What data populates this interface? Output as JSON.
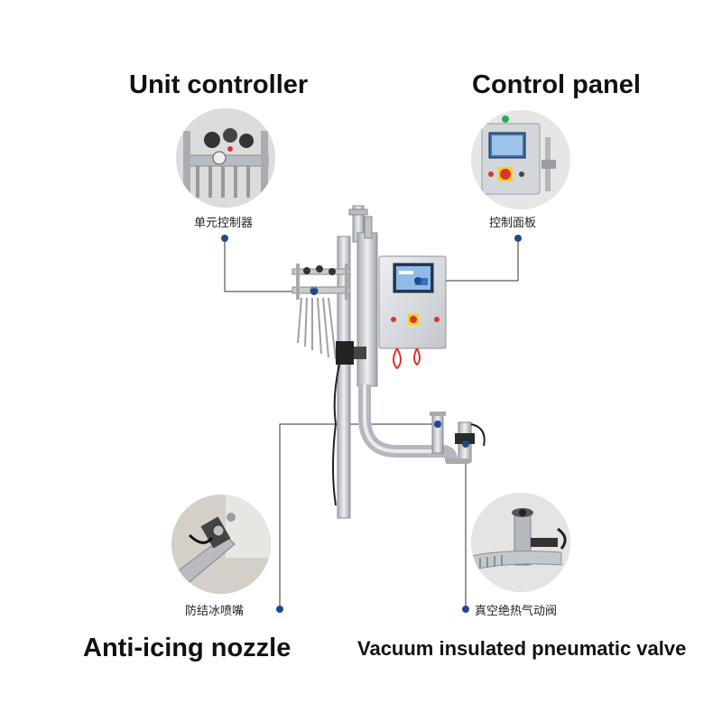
{
  "callouts": {
    "unit_controller": {
      "en": "Unit controller",
      "cn": "单元控制器"
    },
    "control_panel": {
      "en": "Control panel",
      "cn": "控制面板"
    },
    "anti_icing": {
      "en": "Anti-icing nozzle",
      "cn": "防结冰喷嘴"
    },
    "vacuum_valve": {
      "en": "Vacuum insulated pneumatic valve",
      "cn": "真空绝热气动阀"
    }
  },
  "colors": {
    "dot": "#1e4a8c",
    "leader_line": "#333333",
    "steel": "#c9ccd1",
    "panel_red": "#d9342b"
  }
}
